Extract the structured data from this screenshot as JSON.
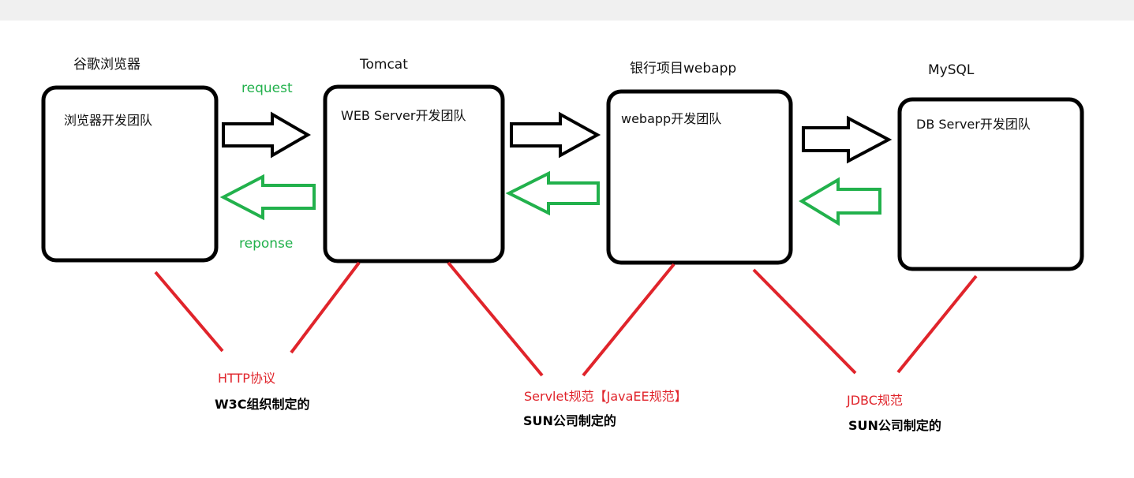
{
  "nodes": {
    "chrome": {
      "title": "谷歌浏览器",
      "team": "浏览器开发团队"
    },
    "tomcat": {
      "title": "Tomcat",
      "team": "WEB Server开发团队"
    },
    "webapp": {
      "title": "银行项目webapp",
      "team": "webapp开发团队"
    },
    "mysql": {
      "title": "MySQL",
      "team": "DB Server开发团队"
    }
  },
  "flow": {
    "request": "request",
    "response": "reponse"
  },
  "specs": {
    "http": {
      "name": "HTTP协议",
      "maker": "W3C组织制定的"
    },
    "servlet": {
      "name": "Servlet规范【JavaEE规范】",
      "maker": "SUN公司制定的"
    },
    "jdbc": {
      "name": "JDBC规范",
      "maker": "SUN公司制定的"
    }
  },
  "colors": {
    "request_arrow": "#000000",
    "response_arrow": "#22b14c",
    "spec_line": "#e0242b",
    "box_border": "#000000"
  }
}
